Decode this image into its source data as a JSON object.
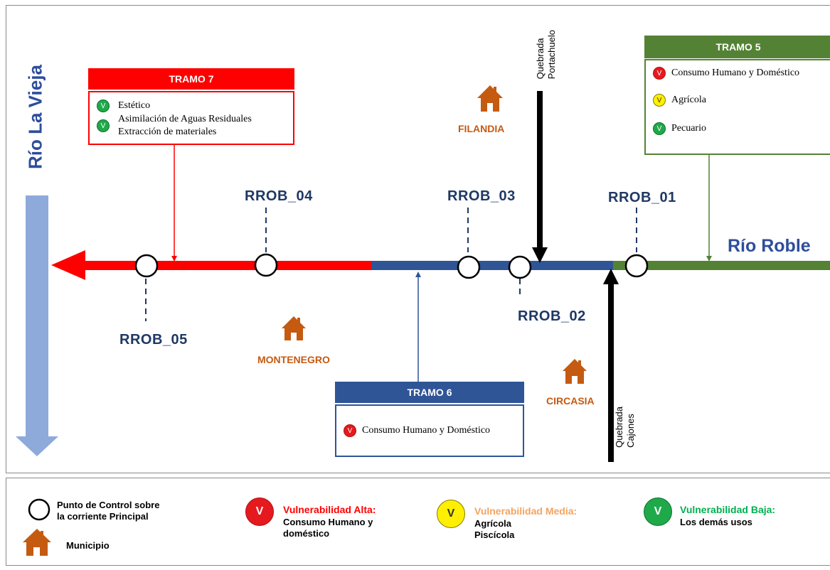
{
  "river_main": "Río La Vieja",
  "river_trib": "Río Roble",
  "stations": {
    "rrob_01": "RROB_01",
    "rrob_02": "RROB_02",
    "rrob_03": "RROB_03",
    "rrob_04": "RROB_04",
    "rrob_05": "RROB_05"
  },
  "towns": {
    "filandia": "FILANDIA",
    "montenegro": "MONTENEGRO",
    "circasia": "CIRCASIA"
  },
  "streams": {
    "portachuelo_1": "Quebrada",
    "portachuelo_2": "Portachuelo",
    "cajones_1": "Quebrada",
    "cajones_2": "Cajones"
  },
  "tramo7": {
    "title": "TRAMO 7",
    "uses": [
      "Estético",
      "Asimilación de Aguas Residuales",
      "Extracción de materiales"
    ]
  },
  "tramo6": {
    "title": "TRAMO 6",
    "uses": [
      "Consumo Humano y Doméstico"
    ]
  },
  "tramo5": {
    "title": "TRAMO 5",
    "uses": [
      "Consumo Humano y Doméstico",
      "Agrícola",
      "Pecuario"
    ]
  },
  "badge_letter": "V",
  "legend": {
    "control_point_1": "Punto de Control sobre",
    "control_point_2": "la corriente Principal",
    "municipio": "Municipio",
    "alta_title": "Vulnerabilidad Alta:",
    "alta_1": "Consumo Humano y",
    "alta_2": "doméstico",
    "media_title": "Vulnerabilidad Media:",
    "media_1": "Agrícola",
    "media_2": "Piscícola",
    "baja_title": "Vulnerabilidad Baja:",
    "baja_1": "Los demás usos"
  },
  "colors": {
    "tramo7": "#ff0000",
    "tramo6": "#2f5597",
    "tramo5": "#548235",
    "alta": "#ff0000",
    "media": "#f4a460",
    "baja": "#00b050",
    "town": "#c55a11",
    "station": "#1f3864"
  }
}
